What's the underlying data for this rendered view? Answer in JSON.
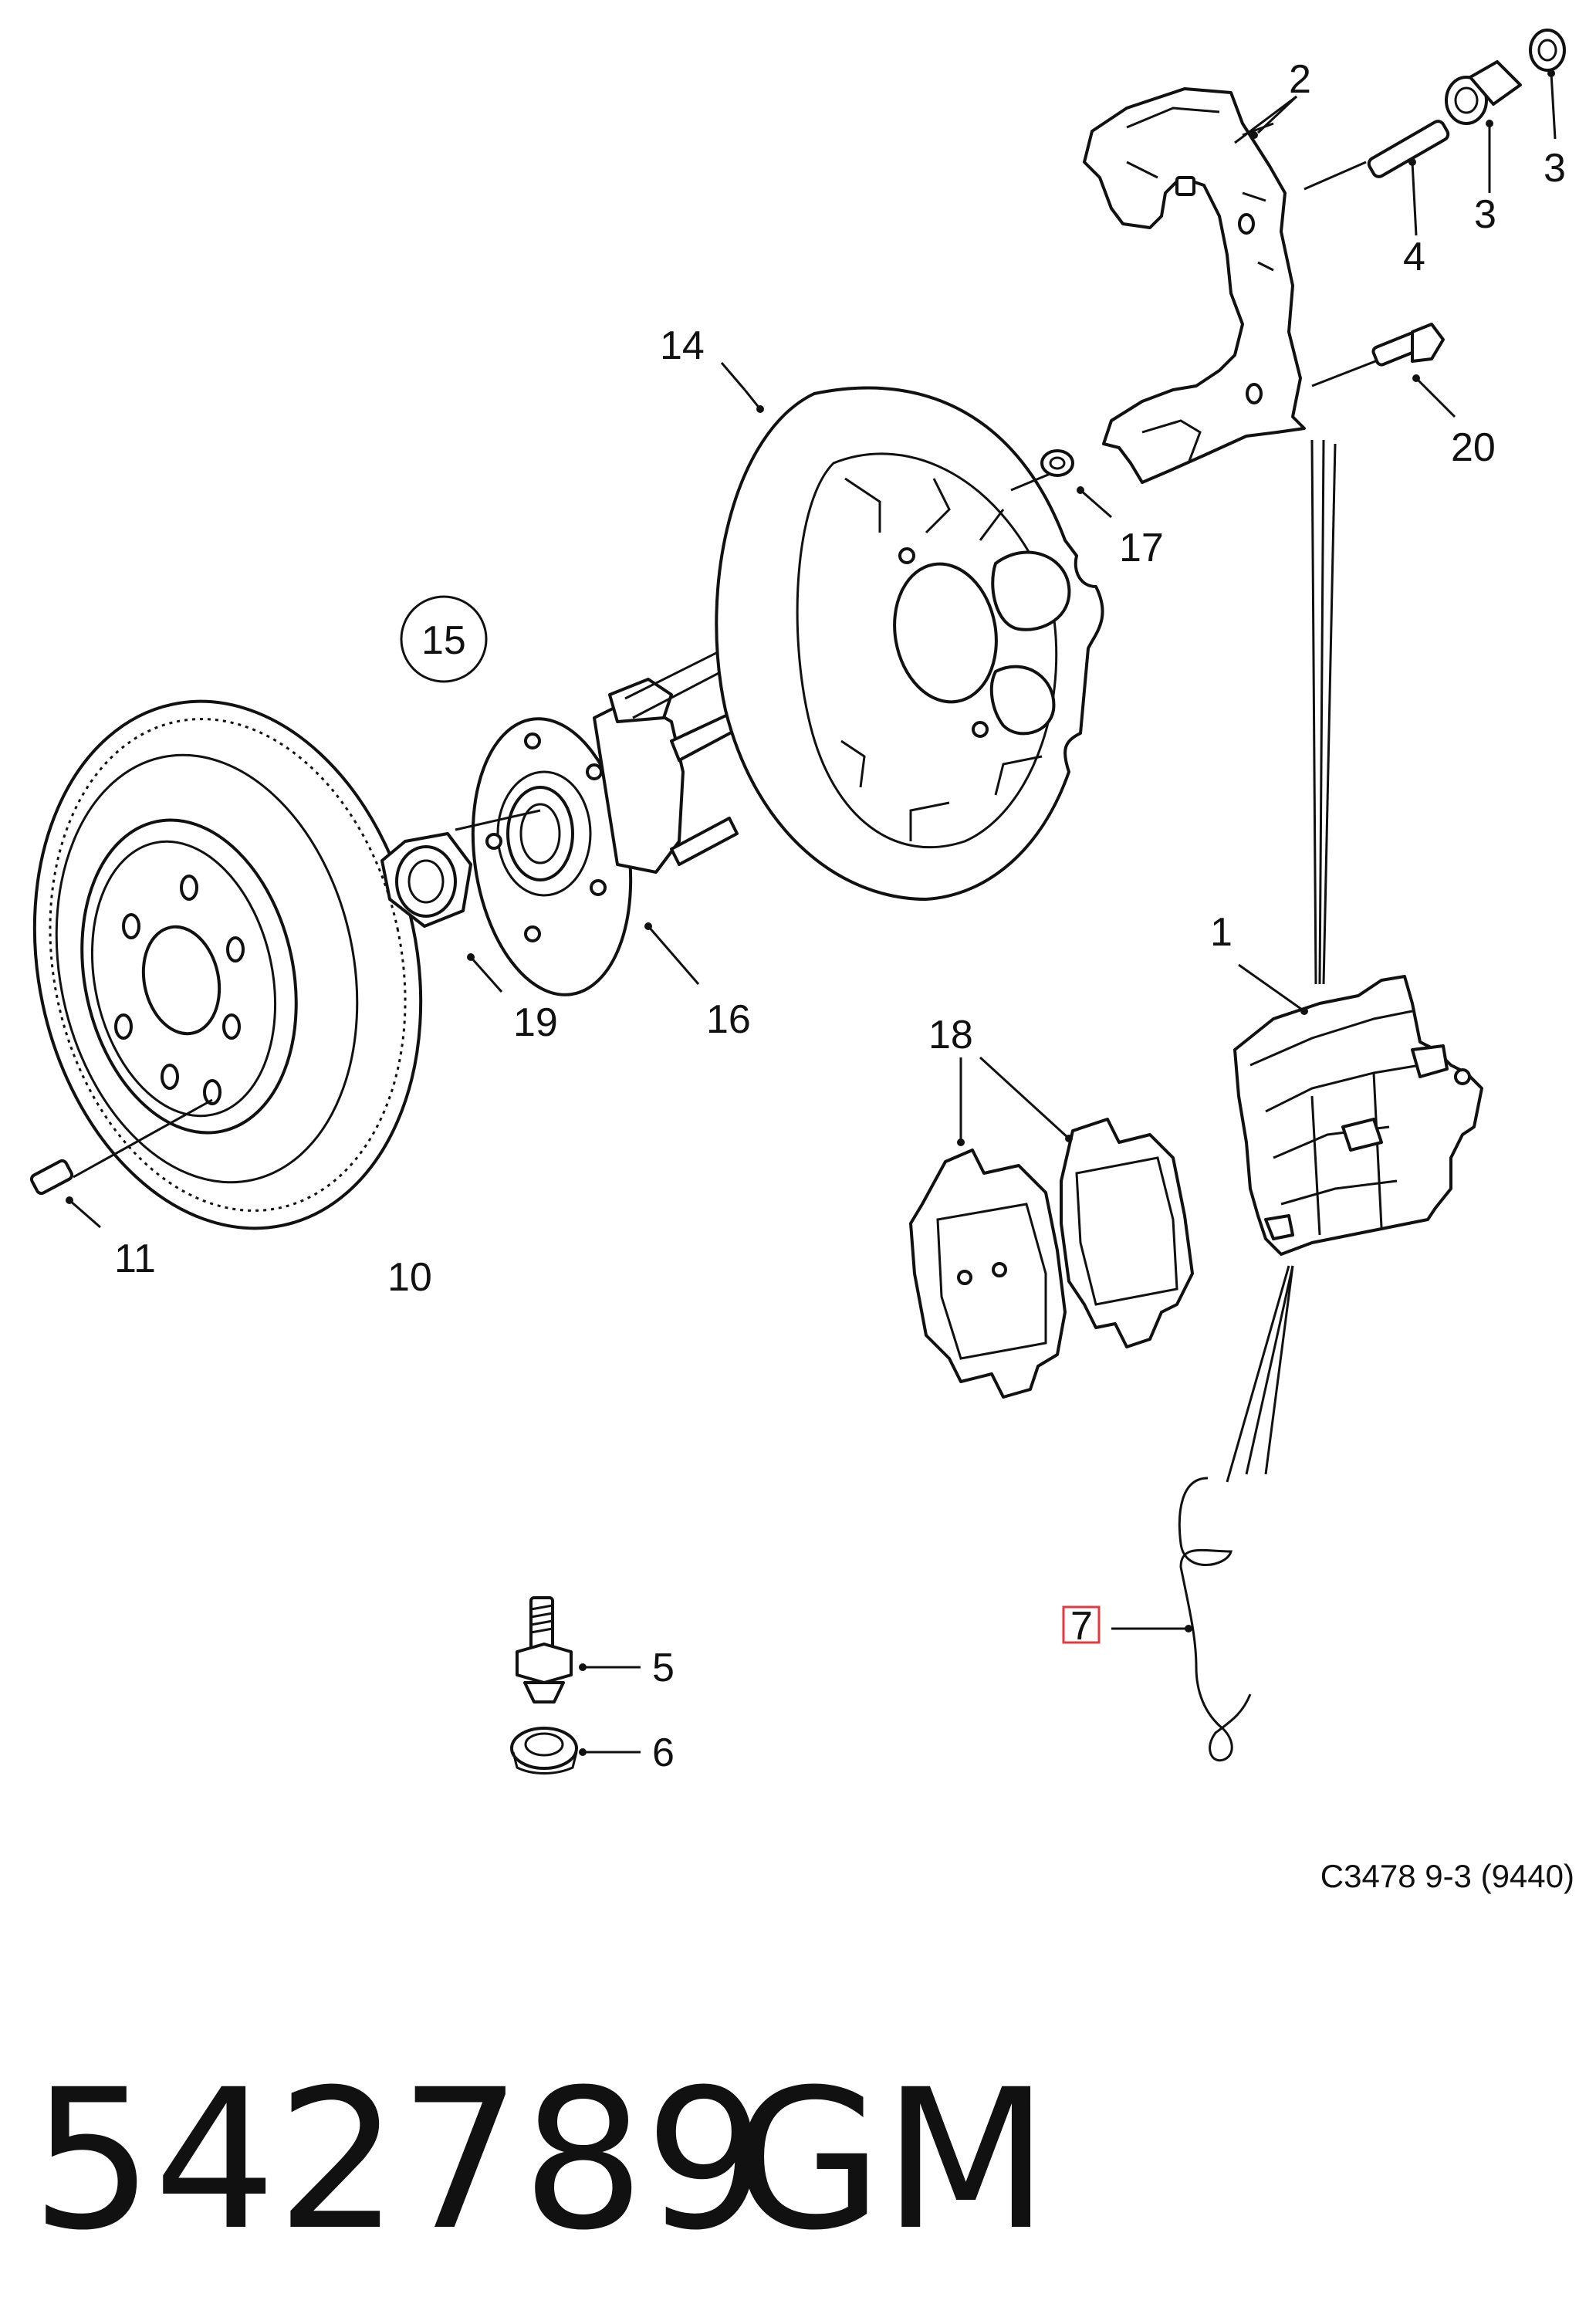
{
  "labels": {
    "l1": "1",
    "l2": "2",
    "l3a": "3",
    "l3b": "3",
    "l4": "4",
    "l5": "5",
    "l6": "6",
    "l7": "7",
    "l10": "10",
    "l11": "11",
    "l14": "14",
    "l15": "15",
    "l16": "16",
    "l17": "17",
    "l18": "18",
    "l19": "19",
    "l20": "20"
  },
  "caption": "C3478 9-3 (9440)",
  "part_number": "542789",
  "brand": "GM",
  "highlight_color": "#e0393e"
}
